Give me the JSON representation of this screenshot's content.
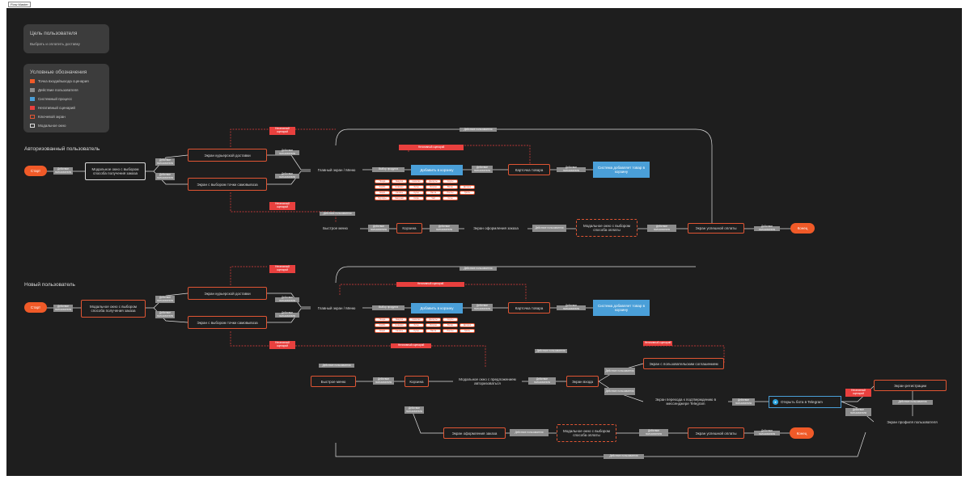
{
  "frame_label": "Flow Master",
  "goal": {
    "title": "Цель пользователя",
    "text": "Выбрать и оплатить доставку"
  },
  "legend": {
    "title": "Условные обозначения",
    "items": [
      {
        "color": "#f05a28",
        "label": "Точка входа/выхода сценария"
      },
      {
        "color": "#8c8c8c",
        "label": "Действие пользователя"
      },
      {
        "color": "#4a9fd8",
        "label": "Системный процесс"
      },
      {
        "color": "#e8403e",
        "label": "Негативный сценарий"
      },
      {
        "color": "#e05533",
        "label": "Ключевой экран"
      },
      {
        "color": "#dddddd",
        "label": "Модальное окно"
      }
    ]
  },
  "flow_auth": {
    "title": "Авторизованный пользователь",
    "start": "Старт",
    "end": "Конец",
    "modal_choice": "Модальное окно с выбором способа получения заказа",
    "courier_screen": "Экран курьерской доставки",
    "pickup_screen": "Экран с выбором точки самовывоза",
    "menu_screen": "Главный экран / Меню",
    "product_card": "Карточка товара",
    "select_product": "Выбор продукта",
    "add_to_cart": "Добавить в корзину",
    "system_add": "Система добавляет товар в корзину",
    "alt_menu": "Быстрое меню",
    "cart": "Корзина",
    "checkout": "Экран оформления заказа",
    "pay_modal": "Модальное окно с выбором способа оплаты",
    "success": "Экран успешной оплаты"
  },
  "flow_new": {
    "title": "Новый пользователь",
    "start": "Старт",
    "end": "Конец",
    "modal_choice": "Модальное окно с выбором способа получения заказа",
    "courier_screen": "Экран курьерской доставки",
    "pickup_screen": "Экран с выбором точки самовывоза",
    "menu_screen": "Главный экран / Меню",
    "product_card": "Карточка товара",
    "select_product": "Выбор продукта",
    "add_to_cart": "Добавить в корзину",
    "system_add": "Система добавляет товар в корзину",
    "alt_menu": "Быстрое меню",
    "cart": "Корзина",
    "auth_modal": "Модальное окно с предложением авторизоваться",
    "login_screen": "Экран входа",
    "agreement": "Экран с пользовательским соглашением",
    "telegram_screen": "Экран перехода к подтверждению в мессенджере Telegram",
    "telegram_btn": "Открыть бота в Telegram",
    "register": "Экран регистрации",
    "profile": "Экран профиля пользователя",
    "checkout": "Экран оформления заказа",
    "pay_modal": "Модальное окно с выбором способа оплаты",
    "success": "Экран успешной оплаты"
  },
  "action_label": "Действие пользователя",
  "negative_label": "Негативный сценарий",
  "chips": [
    "Пицца",
    "Закуски",
    "Напитки",
    "Десерты",
    "Соусы",
    "Комбо",
    "Новинки",
    "Хиты",
    "Острое",
    "Веган",
    "Детское",
    "Акции",
    "Салаты",
    "Супы",
    "Паста",
    "Роллы",
    "Гриль",
    "Бургеры",
    "Завтраки",
    "Кофе",
    "Чай",
    "Сеты"
  ]
}
